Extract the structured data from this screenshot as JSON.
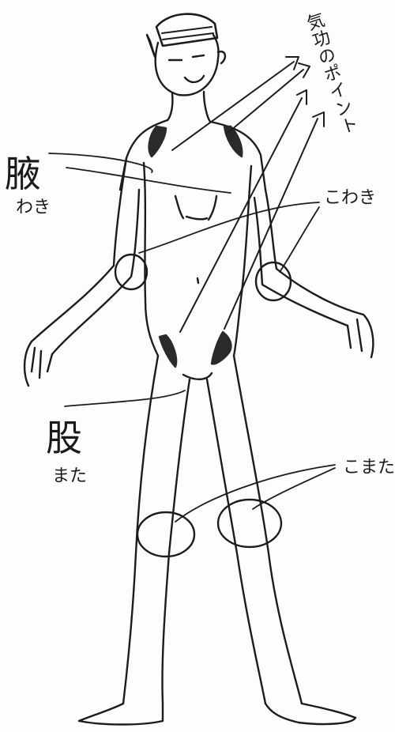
{
  "diagram": {
    "title": "気功のポイント",
    "labels": {
      "armpit_kanji": "腋",
      "armpit_kana": "わき",
      "crotch_kanji": "股",
      "crotch_kana": "また",
      "small_armpit": "こわき",
      "small_crotch": "こまた"
    },
    "ink_color": "#1c1c1c",
    "marker_color": "#2a2a2a"
  }
}
